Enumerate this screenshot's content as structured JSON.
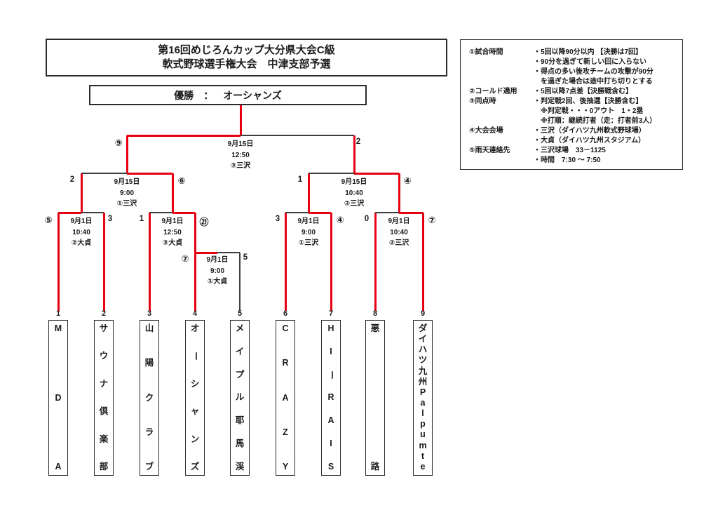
{
  "title": {
    "line1": "第16回めじろんカップ大分県大会C級",
    "line2": "軟式野球選手権大会　中津支部予選"
  },
  "champion": {
    "label": "優勝",
    "separator": "：",
    "name": "オーシャンズ"
  },
  "rules": {
    "rows": [
      {
        "label": "①試合時間",
        "lines": [
          "・5回以降90分以内 【決勝は7回】",
          "・90分を過ぎて新しい回に入らない",
          "・得点の多い後攻チームの攻撃が90分",
          "　を過ぎた場合は途中打ち切りとする"
        ]
      },
      {
        "label": "②コールド適用",
        "lines": [
          "・5回以降7点差【決勝戦含む】"
        ]
      },
      {
        "label": "③同点時",
        "lines": [
          "・判定戦2回、後抽選【決勝含む】",
          "　※判定戦・・・0アウト　1・2塁",
          "　※打順：継続打者（走：打者前3人）"
        ]
      },
      {
        "label": "④大会会場",
        "lines": [
          "・三沢（ダイハツ九州軟式野球場）",
          "・大貞（ダイハツ九州スタジアム）"
        ]
      },
      {
        "label": "⑤雨天連絡先",
        "lines": [
          "・三沢球場　33－1125",
          "・時間　7:30 ～ 7:50"
        ]
      }
    ]
  },
  "colors": {
    "winner_path_red": "#e60012",
    "line_black": "#3c3c3c"
  },
  "teams": [
    {
      "seed": "1",
      "name": "MDA",
      "chars": [
        "M",
        "D",
        "A"
      ]
    },
    {
      "seed": "2",
      "name": "サウナ倶楽部",
      "chars": [
        "サ",
        "ウ",
        "ナ",
        "倶",
        "楽",
        "部"
      ]
    },
    {
      "seed": "3",
      "name": "山陽クラブ",
      "chars": [
        "山",
        "陽",
        "ク",
        "ラ",
        "ブ"
      ]
    },
    {
      "seed": "4",
      "name": "オーシャンズ",
      "chars": [
        "オ",
        "ー",
        "シ",
        "ャ",
        "ン",
        "ズ"
      ]
    },
    {
      "seed": "5",
      "name": "メイプル耶馬渓",
      "chars": [
        "メ",
        "イ",
        "プ",
        "ル",
        "耶",
        "馬",
        "渓"
      ]
    },
    {
      "seed": "6",
      "name": "CRAZY",
      "chars": [
        "C",
        "R",
        "A",
        "Z",
        "Y"
      ]
    },
    {
      "seed": "7",
      "name": "HIーRAIS",
      "chars": [
        "H",
        "I",
        "ー",
        "R",
        "A",
        "I",
        "S"
      ]
    },
    {
      "seed": "8",
      "name": "悪路",
      "chars": [
        "悪",
        "路"
      ]
    },
    {
      "seed": "9",
      "name": "ダイハツ九州Palpumte",
      "chars": [
        "ダ",
        "イ",
        "ハ",
        "ツ",
        "九",
        "州",
        "P",
        "a",
        "l",
        "p",
        "u",
        "m",
        "t",
        "e"
      ]
    }
  ],
  "matches": {
    "final": {
      "date": "9月15日",
      "time": "12:50",
      "venue": "③三沢",
      "left_score": "⑨",
      "right_score": "2"
    },
    "semi_left": {
      "date": "9月15日",
      "time": "9:00",
      "venue": "①三沢",
      "left_score": "2",
      "right_score": "⑥"
    },
    "semi_right": {
      "date": "9月15日",
      "time": "10:40",
      "venue": "②三沢",
      "left_score": "1",
      "right_score": "④"
    },
    "qf1": {
      "date": "9月1日",
      "time": "10:40",
      "venue": "②大貞",
      "left_score": "⑤",
      "right_score": "3"
    },
    "qf2": {
      "date": "9月1日",
      "time": "12:50",
      "venue": "③大貞",
      "left_score": "1",
      "right_score": "㉑"
    },
    "qf3": {
      "date": "9月1日",
      "time": "9:00",
      "venue": "①三沢",
      "left_score": "3",
      "right_score": "④"
    },
    "qf4": {
      "date": "9月1日",
      "time": "10:40",
      "venue": "②三沢",
      "left_score": "0",
      "right_score": "⑦"
    },
    "playin": {
      "date": "9月1日",
      "time": "9:00",
      "venue": "①大貞",
      "left_score": "⑦",
      "right_score": "5"
    }
  }
}
